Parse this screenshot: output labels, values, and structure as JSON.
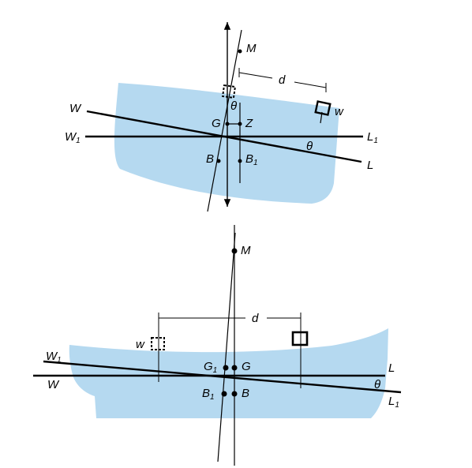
{
  "colors": {
    "hull": "#b5d9f0",
    "ink": "#000000"
  },
  "top_diagram": {
    "M": "M",
    "d": "d",
    "theta_top": "θ",
    "theta_right": "θ",
    "G": "G",
    "Z": "Z",
    "B": "B",
    "B1": "B",
    "B1_sub": "1",
    "W": "W",
    "W1": "W",
    "W1_sub": "1",
    "L": "L",
    "L1": "L",
    "L1_sub": "1",
    "w": "w"
  },
  "bottom_diagram": {
    "M": "M",
    "d": "d",
    "w": "w",
    "W1": "W",
    "W1_sub": "1",
    "W": "W",
    "G1": "G",
    "G1_sub": "1",
    "G": "G",
    "B1": "B",
    "B1_sub": "1",
    "B": "B",
    "L": "L",
    "L1": "L",
    "L1_sub": "1",
    "theta": "θ"
  }
}
